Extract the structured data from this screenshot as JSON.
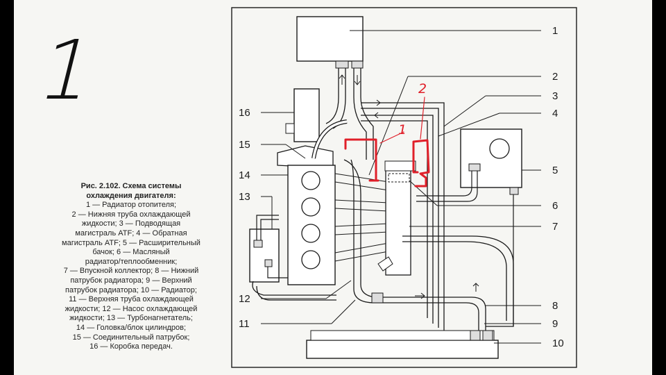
{
  "page": {
    "handwritten_number": "1"
  },
  "caption": {
    "title_lines": [
      "Рис. 2.102. Схема системы",
      "охлаждения двигателя:"
    ],
    "body_lines": [
      "1 — Радиатор отопителя;",
      "2 — Нижняя труба охлаждающей",
      "жидкости; 3 — Подводящая",
      "магистраль ATF; 4 — Обратная",
      "магистраль ATF; 5 — Расширительный",
      "бачок; 6 — Масляный",
      "радиатор/теплообменник;",
      "7 — Впускной коллектор; 8 — Нижний",
      "патрубок радиатора; 9 — Верхний",
      "патрубок радиатора; 10 — Радиатор;",
      "11 — Верхняя труба охлаждающей",
      "жидкости; 12 — Насос охлаждающей",
      "жидкости; 13 — Турбонагнетатель;",
      "14 — Головка/блок цилиндров;",
      "15 — Соединительный патрубок;",
      "16 — Коробка передач."
    ]
  },
  "callouts_right": [
    "1",
    "2",
    "3",
    "4",
    "5",
    "6",
    "7",
    "8",
    "9",
    "10"
  ],
  "callouts_left": [
    "16",
    "15",
    "14",
    "13",
    "12",
    "11"
  ],
  "annotations_red": [
    "2",
    "1"
  ],
  "colors": {
    "annotation_red": "#e0202a",
    "line": "#1a1a1a",
    "paper": "#f6f6f3"
  }
}
